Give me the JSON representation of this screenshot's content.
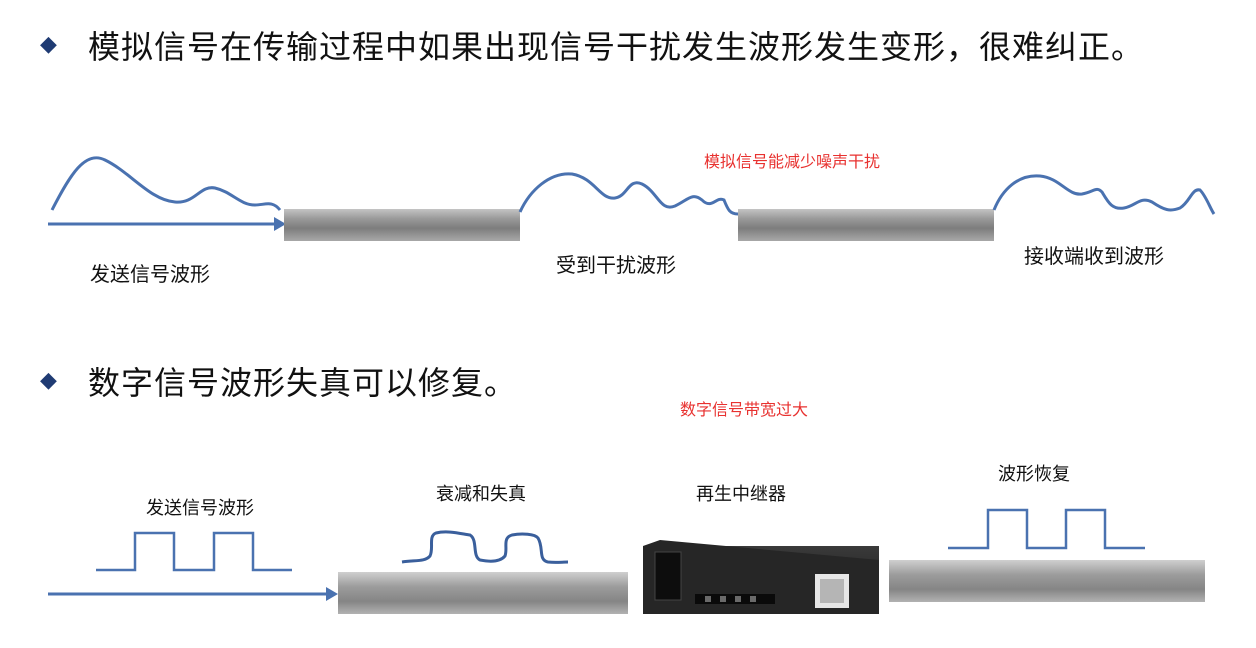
{
  "analog_section": {
    "bullet": "◆",
    "heading": "模拟信号在传输过程中如果出现信号干扰发生波形发生变形，很难纠正。",
    "note": "模拟信号能减少噪声干扰",
    "labels": {
      "send": "发送信号波形",
      "interfered": "受到干扰波形",
      "receive": "接收端收到波形"
    }
  },
  "digital_section": {
    "bullet": "◆",
    "heading": "数字信号波形失真可以修复。",
    "note": "数字信号带宽过大",
    "labels": {
      "send": "发送信号波形",
      "attenuation": "衰减和失真",
      "repeater": "再生中继器",
      "restored": "波形恢复"
    }
  },
  "colors": {
    "wave": "#4a72b0",
    "arrow": "#4a72b0",
    "cable": "#8c8c8c",
    "note": "#e8312f",
    "bullet": "#1f3b73"
  }
}
